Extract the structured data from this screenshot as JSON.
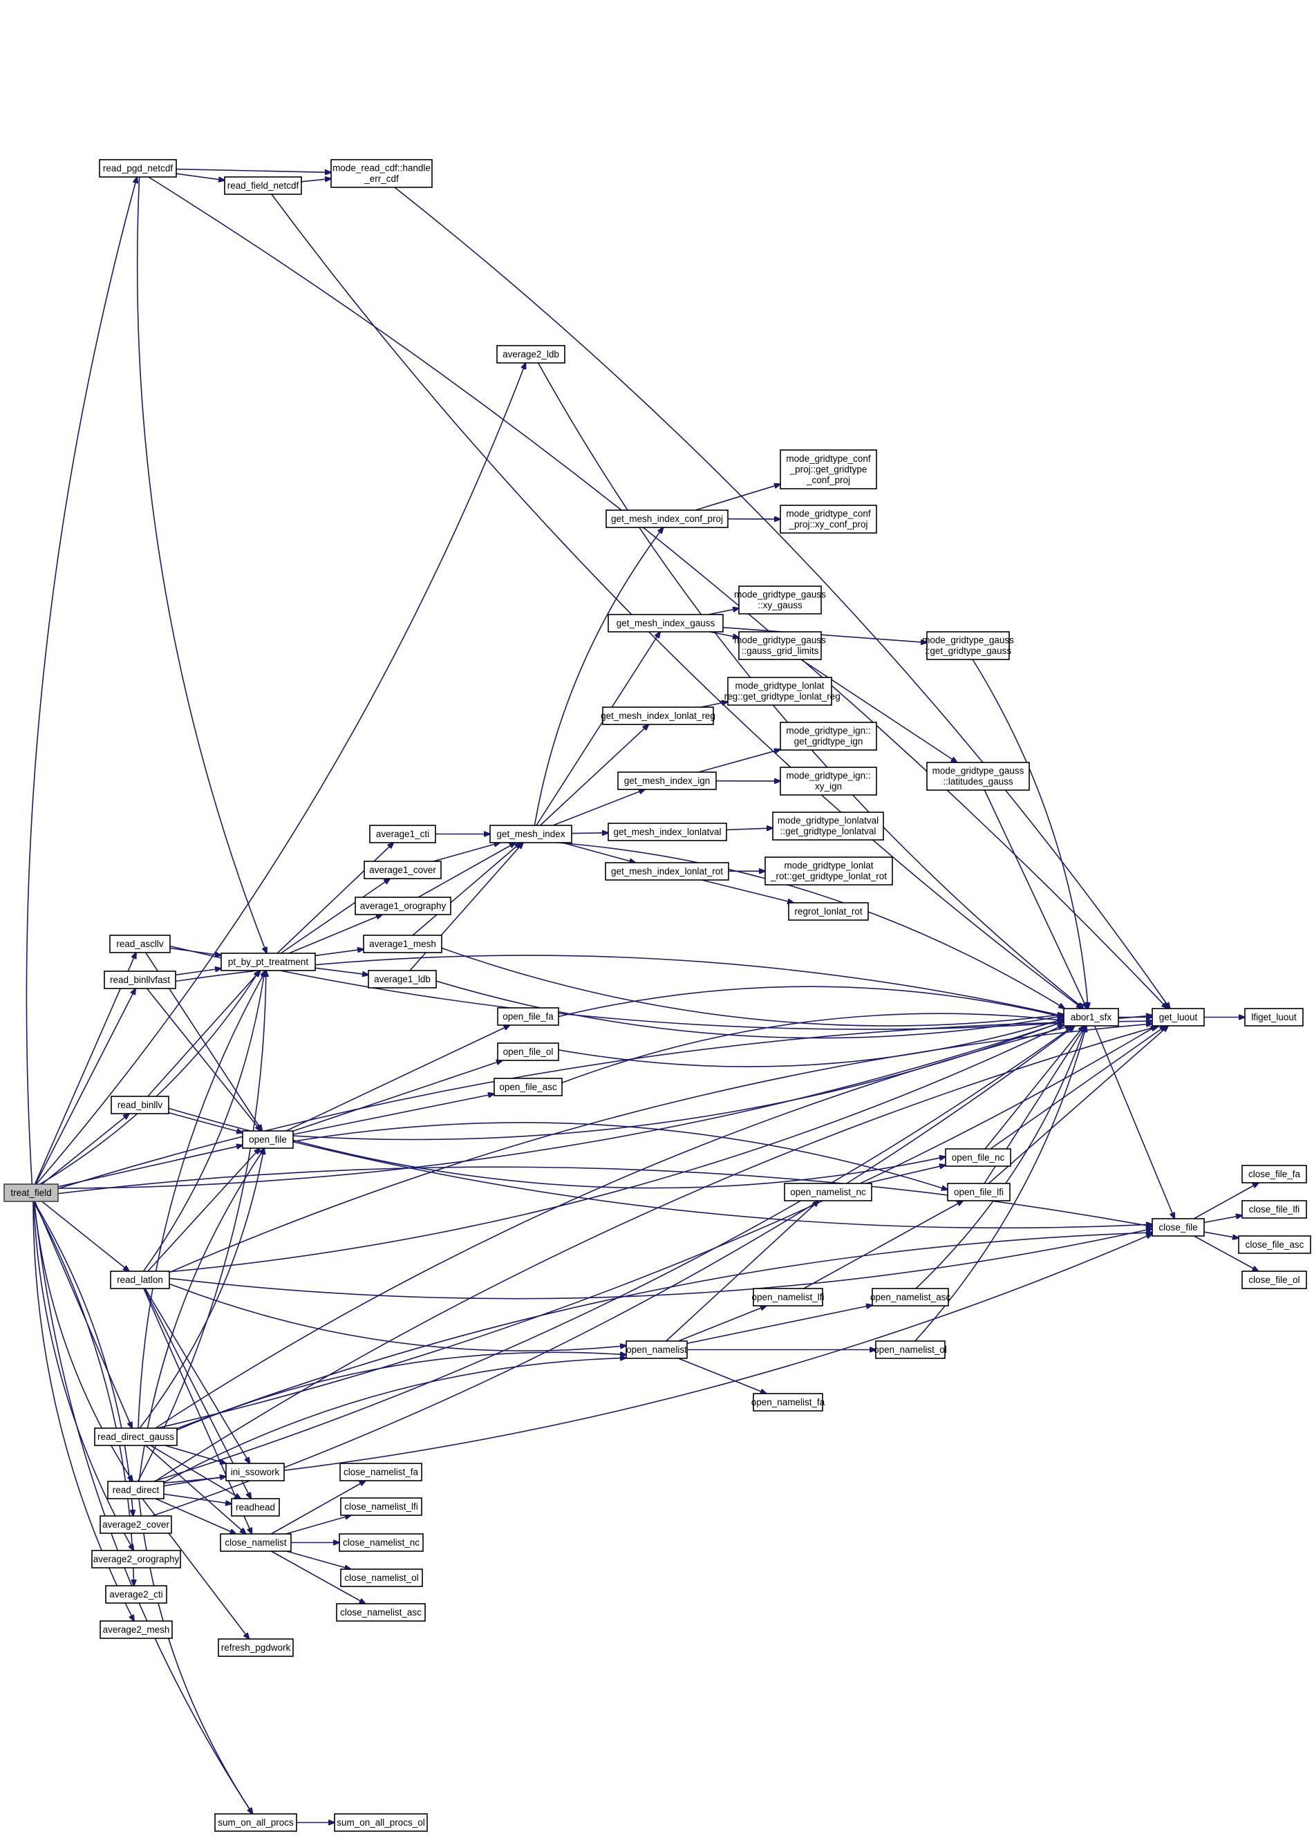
{
  "diagram": {
    "type": "call-graph",
    "root": "treat_field",
    "colors": {
      "edge": "#191970",
      "node_border": "#000000",
      "root_fill": "#bfbfbf",
      "node_fill": "#ffffff"
    },
    "nodes": [
      {
        "id": "treat_field",
        "lines": [
          "treat_field"
        ],
        "root": true
      },
      {
        "id": "read_pgd_netcdf",
        "lines": [
          "read_pgd_netcdf"
        ]
      },
      {
        "id": "read_field_netcdf",
        "lines": [
          "read_field_netcdf"
        ]
      },
      {
        "id": "handle_err_cdf",
        "lines": [
          "mode_read_cdf::handle",
          "_err_cdf"
        ]
      },
      {
        "id": "average2_ldb",
        "lines": [
          "average2_ldb"
        ]
      },
      {
        "id": "gt_conf_get",
        "lines": [
          "mode_gridtype_conf",
          "_proj::get_gridtype",
          "_conf_proj"
        ]
      },
      {
        "id": "gt_conf_xy",
        "lines": [
          "mode_gridtype_conf",
          "_proj::xy_conf_proj"
        ]
      },
      {
        "id": "gmi_conf_proj",
        "lines": [
          "get_mesh_index_conf_proj"
        ]
      },
      {
        "id": "gmi_gauss",
        "lines": [
          "get_mesh_index_gauss"
        ]
      },
      {
        "id": "gt_gauss_xy",
        "lines": [
          "mode_gridtype_gauss",
          "::xy_gauss"
        ]
      },
      {
        "id": "gt_gauss_limits",
        "lines": [
          "mode_gridtype_gauss",
          "::gauss_grid_limits"
        ]
      },
      {
        "id": "gt_gauss_get",
        "lines": [
          "mode_gridtype_gauss",
          "::get_gridtype_gauss"
        ]
      },
      {
        "id": "gt_lonlat_reg",
        "lines": [
          "mode_gridtype_lonlat",
          "_reg::get_gridtype_lonlat_reg"
        ]
      },
      {
        "id": "gmi_lonlat_reg",
        "lines": [
          "get_mesh_index_lonlat_reg"
        ]
      },
      {
        "id": "gt_ign_get",
        "lines": [
          "mode_gridtype_ign::",
          "get_gridtype_ign"
        ]
      },
      {
        "id": "gmi_ign",
        "lines": [
          "get_mesh_index_ign"
        ]
      },
      {
        "id": "gt_ign_xy",
        "lines": [
          "mode_gridtype_ign::",
          "xy_ign"
        ]
      },
      {
        "id": "gt_gauss_lat",
        "lines": [
          "mode_gridtype_gauss",
          "::latitudes_gauss"
        ]
      },
      {
        "id": "average1_cti",
        "lines": [
          "average1_cti"
        ]
      },
      {
        "id": "get_mesh_index",
        "lines": [
          "get_mesh_index"
        ]
      },
      {
        "id": "gmi_lonlatval",
        "lines": [
          "get_mesh_index_lonlatval"
        ]
      },
      {
        "id": "gt_lonlatval",
        "lines": [
          "mode_gridtype_lonlatval",
          "::get_gridtype_lonlatval"
        ]
      },
      {
        "id": "average1_cover",
        "lines": [
          "average1_cover"
        ]
      },
      {
        "id": "gmi_lonlat_rot",
        "lines": [
          "get_mesh_index_lonlat_rot"
        ]
      },
      {
        "id": "gt_lonlat_rot",
        "lines": [
          "mode_gridtype_lonlat",
          "_rot::get_gridtype_lonlat_rot"
        ]
      },
      {
        "id": "average1_orography",
        "lines": [
          "average1_orography"
        ]
      },
      {
        "id": "regrot_lonlat_rot",
        "lines": [
          "regrot_lonlat_rot"
        ]
      },
      {
        "id": "read_ascllv",
        "lines": [
          "read_ascllv"
        ]
      },
      {
        "id": "average1_mesh",
        "lines": [
          "average1_mesh"
        ]
      },
      {
        "id": "pt_by_pt_treatment",
        "lines": [
          "pt_by_pt_treatment"
        ]
      },
      {
        "id": "read_binllvfast",
        "lines": [
          "read_binllvfast"
        ]
      },
      {
        "id": "average1_ldb",
        "lines": [
          "average1_ldb"
        ]
      },
      {
        "id": "open_file_fa",
        "lines": [
          "open_file_fa"
        ]
      },
      {
        "id": "abor1_sfx",
        "lines": [
          "abor1_sfx"
        ]
      },
      {
        "id": "get_luout",
        "lines": [
          "get_luout"
        ]
      },
      {
        "id": "lfiget_luout",
        "lines": [
          "lfiget_luout"
        ]
      },
      {
        "id": "open_file_ol",
        "lines": [
          "open_file_ol"
        ]
      },
      {
        "id": "open_file_asc",
        "lines": [
          "open_file_asc"
        ]
      },
      {
        "id": "read_binllv",
        "lines": [
          "read_binllv"
        ]
      },
      {
        "id": "open_file",
        "lines": [
          "open_file"
        ]
      },
      {
        "id": "open_file_nc",
        "lines": [
          "open_file_nc"
        ]
      },
      {
        "id": "open_namelist_nc",
        "lines": [
          "open_namelist_nc"
        ]
      },
      {
        "id": "open_file_lfi",
        "lines": [
          "open_file_lfi"
        ]
      },
      {
        "id": "close_file_fa",
        "lines": [
          "close_file_fa"
        ]
      },
      {
        "id": "close_file_lfi",
        "lines": [
          "close_file_lfi"
        ]
      },
      {
        "id": "close_file",
        "lines": [
          "close_file"
        ]
      },
      {
        "id": "close_file_asc",
        "lines": [
          "close_file_asc"
        ]
      },
      {
        "id": "close_file_ol",
        "lines": [
          "close_file_ol"
        ]
      },
      {
        "id": "read_latlon",
        "lines": [
          "read_latlon"
        ]
      },
      {
        "id": "open_namelist_lfi",
        "lines": [
          "open_namelist_lfi"
        ]
      },
      {
        "id": "open_namelist_asc",
        "lines": [
          "open_namelist_asc"
        ]
      },
      {
        "id": "open_namelist",
        "lines": [
          "open_namelist"
        ]
      },
      {
        "id": "open_namelist_ol",
        "lines": [
          "open_namelist_ol"
        ]
      },
      {
        "id": "open_namelist_fa",
        "lines": [
          "open_namelist_fa"
        ]
      },
      {
        "id": "read_direct_gauss",
        "lines": [
          "read_direct_gauss"
        ]
      },
      {
        "id": "ini_ssowork",
        "lines": [
          "ini_ssowork"
        ]
      },
      {
        "id": "close_namelist_fa",
        "lines": [
          "close_namelist_fa"
        ]
      },
      {
        "id": "read_direct",
        "lines": [
          "read_direct"
        ]
      },
      {
        "id": "close_namelist_lfi",
        "lines": [
          "close_namelist_lfi"
        ]
      },
      {
        "id": "readhead",
        "lines": [
          "readhead"
        ]
      },
      {
        "id": "average2_cover",
        "lines": [
          "average2_cover"
        ]
      },
      {
        "id": "close_namelist",
        "lines": [
          "close_namelist"
        ]
      },
      {
        "id": "close_namelist_nc",
        "lines": [
          "close_namelist_nc"
        ]
      },
      {
        "id": "average2_orography",
        "lines": [
          "average2_orography"
        ]
      },
      {
        "id": "close_namelist_ol",
        "lines": [
          "close_namelist_ol"
        ]
      },
      {
        "id": "average2_cti",
        "lines": [
          "average2_cti"
        ]
      },
      {
        "id": "close_namelist_asc",
        "lines": [
          "close_namelist_asc"
        ]
      },
      {
        "id": "average2_mesh",
        "lines": [
          "average2_mesh"
        ]
      },
      {
        "id": "refresh_pgdwork",
        "lines": [
          "refresh_pgdwork"
        ]
      },
      {
        "id": "sum_on_all_procs",
        "lines": [
          "sum_on_all_procs"
        ]
      },
      {
        "id": "sum_on_all_procs_ol",
        "lines": [
          "sum_on_all_procs_ol"
        ]
      }
    ],
    "edges": [
      [
        "treat_field",
        "read_pgd_netcdf"
      ],
      [
        "treat_field",
        "average2_ldb"
      ],
      [
        "treat_field",
        "read_ascllv"
      ],
      [
        "treat_field",
        "read_binllvfast"
      ],
      [
        "treat_field",
        "read_binllv"
      ],
      [
        "treat_field",
        "read_latlon"
      ],
      [
        "treat_field",
        "read_direct_gauss"
      ],
      [
        "treat_field",
        "read_direct"
      ],
      [
        "treat_field",
        "average2_cover"
      ],
      [
        "treat_field",
        "average2_orography"
      ],
      [
        "treat_field",
        "average2_cti"
      ],
      [
        "treat_field",
        "average2_mesh"
      ],
      [
        "treat_field",
        "get_luout"
      ],
      [
        "treat_field",
        "abor1_sfx"
      ],
      [
        "treat_field",
        "close_file"
      ],
      [
        "treat_field",
        "pt_by_pt_treatment"
      ],
      [
        "treat_field",
        "open_file"
      ],
      [
        "treat_field",
        "sum_on_all_procs"
      ],
      [
        "read_pgd_netcdf",
        "read_field_netcdf"
      ],
      [
        "read_pgd_netcdf",
        "handle_err_cdf"
      ],
      [
        "read_pgd_netcdf",
        "get_luout"
      ],
      [
        "read_pgd_netcdf",
        "pt_by_pt_treatment"
      ],
      [
        "read_field_netcdf",
        "handle_err_cdf"
      ],
      [
        "read_field_netcdf",
        "abor1_sfx"
      ],
      [
        "handle_err_cdf",
        "get_luout"
      ],
      [
        "average2_ldb",
        "abor1_sfx"
      ],
      [
        "gmi_conf_proj",
        "gt_conf_get"
      ],
      [
        "gmi_conf_proj",
        "gt_conf_xy"
      ],
      [
        "gmi_gauss",
        "gt_gauss_xy"
      ],
      [
        "gmi_gauss",
        "gt_gauss_limits"
      ],
      [
        "gmi_gauss",
        "gt_gauss_get"
      ],
      [
        "gt_gauss_limits",
        "gt_gauss_lat"
      ],
      [
        "gt_gauss_get",
        "abor1_sfx"
      ],
      [
        "gt_gauss_lat",
        "abor1_sfx"
      ],
      [
        "gmi_lonlat_reg",
        "gt_lonlat_reg"
      ],
      [
        "gmi_ign",
        "gt_ign_get"
      ],
      [
        "gmi_ign",
        "gt_ign_xy"
      ],
      [
        "gmi_lonlatval",
        "gt_lonlatval"
      ],
      [
        "gmi_lonlat_rot",
        "gt_lonlat_rot"
      ],
      [
        "gmi_lonlat_rot",
        "regrot_lonlat_rot"
      ],
      [
        "get_mesh_index",
        "gmi_conf_proj"
      ],
      [
        "get_mesh_index",
        "gmi_gauss"
      ],
      [
        "get_mesh_index",
        "gmi_lonlat_reg"
      ],
      [
        "get_mesh_index",
        "gmi_ign"
      ],
      [
        "get_mesh_index",
        "gmi_lonlatval"
      ],
      [
        "get_mesh_index",
        "gmi_lonlat_rot"
      ],
      [
        "get_mesh_index",
        "abor1_sfx"
      ],
      [
        "average1_cti",
        "get_mesh_index"
      ],
      [
        "average1_cover",
        "get_mesh_index"
      ],
      [
        "average1_orography",
        "get_mesh_index"
      ],
      [
        "average1_mesh",
        "get_mesh_index"
      ],
      [
        "average1_mesh",
        "abor1_sfx"
      ],
      [
        "average1_ldb",
        "get_mesh_index"
      ],
      [
        "average1_ldb",
        "abor1_sfx"
      ],
      [
        "pt_by_pt_treatment",
        "average1_cti"
      ],
      [
        "pt_by_pt_treatment",
        "average1_cover"
      ],
      [
        "pt_by_pt_treatment",
        "average1_orography"
      ],
      [
        "pt_by_pt_treatment",
        "average1_mesh"
      ],
      [
        "pt_by_pt_treatment",
        "average1_ldb"
      ],
      [
        "read_ascllv",
        "pt_by_pt_treatment"
      ],
      [
        "read_ascllv",
        "open_file"
      ],
      [
        "read_ascllv",
        "get_luout"
      ],
      [
        "read_binllvfast",
        "pt_by_pt_treatment"
      ],
      [
        "read_binllvfast",
        "open_file"
      ],
      [
        "read_binllvfast",
        "abor1_sfx"
      ],
      [
        "read_binllv",
        "pt_by_pt_treatment"
      ],
      [
        "read_binllv",
        "open_file"
      ],
      [
        "read_binllv",
        "close_file"
      ],
      [
        "open_file",
        "open_file_fa"
      ],
      [
        "open_file",
        "open_file_ol"
      ],
      [
        "open_file",
        "open_file_asc"
      ],
      [
        "open_file",
        "open_file_nc"
      ],
      [
        "open_file",
        "open_file_lfi"
      ],
      [
        "open_file",
        "abor1_sfx"
      ],
      [
        "open_file_fa",
        "abor1_sfx"
      ],
      [
        "open_file_ol",
        "abor1_sfx"
      ],
      [
        "open_file_asc",
        "abor1_sfx"
      ],
      [
        "open_file_nc",
        "abor1_sfx"
      ],
      [
        "open_file_nc",
        "get_luout"
      ],
      [
        "open_file_lfi",
        "abor1_sfx"
      ],
      [
        "open_file_lfi",
        "get_luout"
      ],
      [
        "open_namelist_nc",
        "open_file_nc"
      ],
      [
        "open_namelist_lfi",
        "open_file_lfi"
      ],
      [
        "open_namelist_asc",
        "abor1_sfx"
      ],
      [
        "abor1_sfx",
        "get_luout"
      ],
      [
        "abor1_sfx",
        "close_file"
      ],
      [
        "get_luout",
        "lfiget_luout"
      ],
      [
        "close_file",
        "close_file_fa"
      ],
      [
        "close_file",
        "close_file_lfi"
      ],
      [
        "close_file",
        "close_file_asc"
      ],
      [
        "close_file",
        "close_file_ol"
      ],
      [
        "read_latlon",
        "open_namelist"
      ],
      [
        "read_latlon",
        "open_file"
      ],
      [
        "read_latlon",
        "pt_by_pt_treatment"
      ],
      [
        "read_latlon",
        "ini_ssowork"
      ],
      [
        "read_latlon",
        "readhead"
      ],
      [
        "read_latlon",
        "close_namelist"
      ],
      [
        "read_latlon",
        "abor1_sfx"
      ],
      [
        "read_latlon",
        "get_luout"
      ],
      [
        "read_latlon",
        "close_file"
      ],
      [
        "open_namelist",
        "open_namelist_nc"
      ],
      [
        "open_namelist",
        "open_namelist_lfi"
      ],
      [
        "open_namelist",
        "open_namelist_asc"
      ],
      [
        "open_namelist",
        "open_namelist_ol"
      ],
      [
        "open_namelist",
        "open_namelist_fa"
      ],
      [
        "open_namelist_ol",
        "abor1_sfx"
      ],
      [
        "read_direct_gauss",
        "open_namelist"
      ],
      [
        "read_direct_gauss",
        "open_file"
      ],
      [
        "read_direct_gauss",
        "pt_by_pt_treatment"
      ],
      [
        "read_direct_gauss",
        "ini_ssowork"
      ],
      [
        "read_direct_gauss",
        "readhead"
      ],
      [
        "read_direct_gauss",
        "close_namelist"
      ],
      [
        "read_direct_gauss",
        "abor1_sfx"
      ],
      [
        "read_direct_gauss",
        "get_luout"
      ],
      [
        "read_direct_gauss",
        "close_file"
      ],
      [
        "read_direct",
        "ini_ssowork"
      ],
      [
        "read_direct",
        "readhead"
      ],
      [
        "read_direct",
        "close_namelist"
      ],
      [
        "read_direct",
        "open_file"
      ],
      [
        "read_direct",
        "pt_by_pt_treatment"
      ],
      [
        "read_direct",
        "refresh_pgdwork"
      ],
      [
        "read_direct",
        "sum_on_all_procs"
      ],
      [
        "read_direct",
        "open_namelist"
      ],
      [
        "read_direct",
        "abor1_sfx"
      ],
      [
        "read_direct",
        "get_luout"
      ],
      [
        "read_direct",
        "close_file"
      ],
      [
        "close_namelist",
        "close_namelist_fa"
      ],
      [
        "close_namelist",
        "close_namelist_lfi"
      ],
      [
        "close_namelist",
        "close_namelist_nc"
      ],
      [
        "close_namelist",
        "close_namelist_ol"
      ],
      [
        "close_namelist",
        "close_namelist_asc"
      ],
      [
        "average2_cover",
        "abor1_sfx"
      ],
      [
        "sum_on_all_procs",
        "sum_on_all_procs_ol"
      ]
    ]
  }
}
